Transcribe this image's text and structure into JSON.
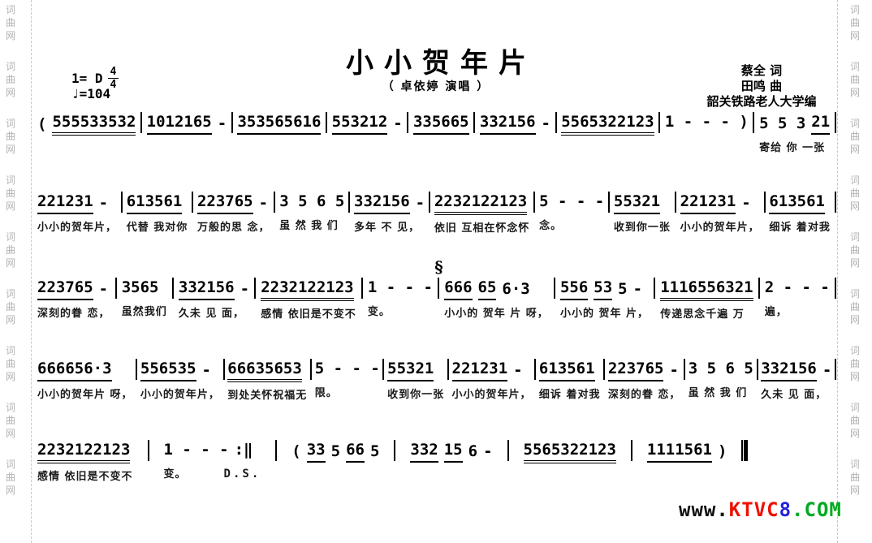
{
  "header": {
    "title": "小小贺年片",
    "subtitle": "（ 卓依婷 演唱 ）",
    "key": "1= D",
    "time_top": "4",
    "time_bottom": "4",
    "tempo_icon": "♩",
    "tempo": "=104",
    "credits": [
      "蔡全 词",
      "田鸣 曲",
      "韶关铁路老人大学编"
    ]
  },
  "side": {
    "chars": [
      "词",
      "曲",
      "网"
    ],
    "repeat": 9
  },
  "score": {
    "segno_icon": "§",
    "lines": [
      {
        "end": "single",
        "measures": [
          {
            "groups": [
              [
                "(",
                0
              ],
              [
                "555533532",
                2
              ]
            ],
            "lyric": ""
          },
          {
            "groups": [
              [
                "1012165",
                1
              ],
              [
                "-",
                0
              ]
            ],
            "lyric": ""
          },
          {
            "groups": [
              [
                "353565616",
                1
              ]
            ],
            "lyric": ""
          },
          {
            "groups": [
              [
                "553212",
                1
              ],
              [
                "-",
                0
              ]
            ],
            "lyric": ""
          },
          {
            "groups": [
              [
                "335665",
                1
              ]
            ],
            "lyric": ""
          },
          {
            "groups": [
              [
                "332156",
                1
              ],
              [
                "-",
                0
              ]
            ],
            "lyric": ""
          },
          {
            "groups": [
              [
                "5565322123",
                2
              ]
            ],
            "lyric": ""
          },
          {
            "groups": [
              [
                "1 - - - )",
                0
              ]
            ],
            "lyric": ""
          },
          {
            "groups": [
              [
                "5 5 3",
                0
              ],
              [
                "21",
                1
              ]
            ],
            "lyric": "寄给 你 一张"
          }
        ]
      },
      {
        "end": "single",
        "measures": [
          {
            "groups": [
              [
                "221231",
                1
              ],
              [
                "-",
                0
              ]
            ],
            "lyric": "小小的贺年片，"
          },
          {
            "groups": [
              [
                "613561",
                1
              ]
            ],
            "lyric": "代替 我对你"
          },
          {
            "groups": [
              [
                "223765",
                1
              ],
              [
                "-",
                0
              ]
            ],
            "lyric": "万般的思 念，"
          },
          {
            "groups": [
              [
                "3 5 6 5",
                0
              ]
            ],
            "lyric": "虽 然 我 们"
          },
          {
            "groups": [
              [
                "332156",
                1
              ],
              [
                "-",
                0
              ]
            ],
            "lyric": "多年 不 见，"
          },
          {
            "groups": [
              [
                "2232122123",
                2
              ]
            ],
            "lyric": "依旧 互相在怀念怀"
          },
          {
            "groups": [
              [
                "5 - - -",
                0
              ]
            ],
            "lyric": "念。"
          },
          {
            "groups": [
              [
                "55321",
                1
              ]
            ],
            "lyric": "收到你一张"
          },
          {
            "groups": [
              [
                "221231",
                1
              ],
              [
                "-",
                0
              ]
            ],
            "lyric": "小小的贺年片，"
          },
          {
            "groups": [
              [
                "613561",
                1
              ]
            ],
            "lyric": "细诉 着对我"
          }
        ]
      },
      {
        "end": "single",
        "measures": [
          {
            "groups": [
              [
                "223765",
                1
              ],
              [
                "-",
                0
              ]
            ],
            "lyric": "深刻的眷 恋，"
          },
          {
            "groups": [
              [
                "3565",
                0
              ]
            ],
            "lyric": "虽然我们"
          },
          {
            "groups": [
              [
                "332156",
                1
              ],
              [
                "-",
                0
              ]
            ],
            "lyric": "久未 见 面，"
          },
          {
            "groups": [
              [
                "2232122123",
                2
              ]
            ],
            "lyric": "感情 依旧是不变不"
          },
          {
            "groups": [
              [
                "1 - - -",
                0
              ]
            ],
            "lyric": "变。"
          },
          {
            "groups": [
              [
                "666",
                1
              ],
              [
                "65",
                1
              ],
              [
                "6·3",
                0
              ]
            ],
            "lyric": "小小的 贺年 片 呀，",
            "segno": true
          },
          {
            "groups": [
              [
                "556",
                1
              ],
              [
                "53",
                1
              ],
              [
                "5",
                0
              ],
              [
                "-",
                0
              ]
            ],
            "lyric": "小小的 贺年 片，"
          },
          {
            "groups": [
              [
                "1116556321",
                2
              ]
            ],
            "lyric": "传递思念千遍 万"
          },
          {
            "groups": [
              [
                "2 - - -",
                0
              ]
            ],
            "lyric": "遍，"
          }
        ]
      },
      {
        "end": "single",
        "measures": [
          {
            "groups": [
              [
                "666656·3",
                1
              ]
            ],
            "lyric": "小小的贺年片 呀，"
          },
          {
            "groups": [
              [
                "556535",
                1
              ],
              [
                "-",
                0
              ]
            ],
            "lyric": "小小的贺年片，"
          },
          {
            "groups": [
              [
                "66635653",
                2
              ]
            ],
            "lyric": "到处关怀祝福无"
          },
          {
            "groups": [
              [
                "5 - - -",
                0
              ]
            ],
            "lyric": "限。"
          },
          {
            "groups": [
              [
                "55321",
                1
              ]
            ],
            "lyric": "收到你一张"
          },
          {
            "groups": [
              [
                "221231",
                1
              ],
              [
                "-",
                0
              ]
            ],
            "lyric": "小小的贺年片，"
          },
          {
            "groups": [
              [
                "613561",
                1
              ]
            ],
            "lyric": "细诉 着对我"
          },
          {
            "groups": [
              [
                "223765",
                1
              ],
              [
                "-",
                0
              ]
            ],
            "lyric": "深刻的眷 恋，"
          },
          {
            "groups": [
              [
                "3 5 6 5",
                0
              ]
            ],
            "lyric": "虽 然 我 们"
          },
          {
            "groups": [
              [
                "332156",
                1
              ],
              [
                "-",
                0
              ]
            ],
            "lyric": "久未 见 面，"
          }
        ]
      },
      {
        "end": "final",
        "measures": [
          {
            "groups": [
              [
                "2232122123",
                2
              ]
            ],
            "lyric": "感情 依旧是不变不"
          },
          {
            "groups": [
              [
                "1 - - -",
                0
              ],
              [
                ":‖",
                0
              ]
            ],
            "lyric": "变。",
            "ds": "D.S."
          },
          {
            "groups": [
              [
                "(",
                0
              ],
              [
                "33",
                1
              ],
              [
                "5",
                0
              ],
              [
                "66",
                1
              ],
              [
                "5",
                0
              ]
            ],
            "lyric": ""
          },
          {
            "groups": [
              [
                "332",
                1
              ],
              [
                "15",
                1
              ],
              [
                "6",
                0
              ],
              [
                "-",
                0
              ]
            ],
            "lyric": ""
          },
          {
            "groups": [
              [
                "5565322123",
                2
              ]
            ],
            "lyric": ""
          },
          {
            "groups": [
              [
                "1111561",
                1
              ],
              [
                ")",
                0
              ]
            ],
            "lyric": ""
          }
        ]
      }
    ]
  },
  "watermark": {
    "segments": [
      {
        "text": "www.",
        "color": "#111111"
      },
      {
        "text": "KTVC",
        "color": "#ee1100"
      },
      {
        "text": "8",
        "color": "#2222dd"
      },
      {
        "text": ".COM",
        "color": "#00aa22"
      }
    ]
  }
}
